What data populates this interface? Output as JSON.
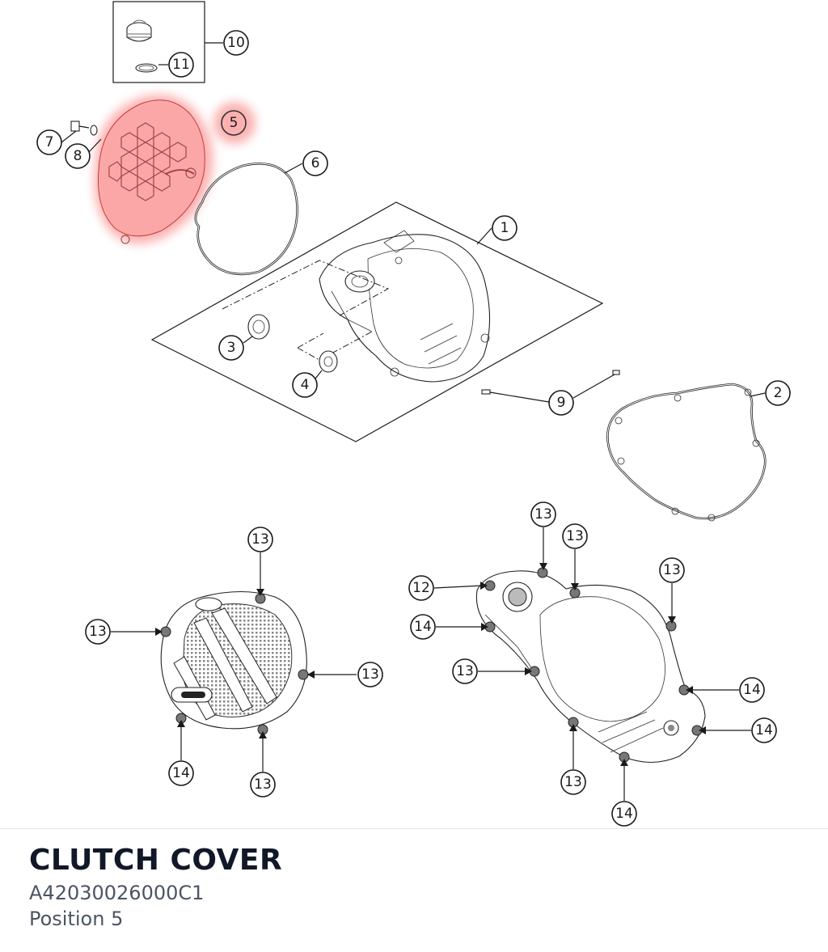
{
  "title": "CLUTCH COVER",
  "part_number": "A42030026000C1",
  "position_label": "Position 5",
  "highlight_color": "#f87171",
  "callouts": {
    "c1": "1",
    "c2": "2",
    "c3": "3",
    "c4": "4",
    "c5": "5",
    "c6": "6",
    "c7": "7",
    "c8": "8",
    "c9": "9",
    "c10": "10",
    "c11": "11",
    "b12": "12",
    "b13a": "13",
    "b13b": "13",
    "b13c": "13",
    "b13d": "13",
    "b13e": "13",
    "b13f": "13",
    "b13g": "13",
    "b13h": "13",
    "b13i": "13",
    "b14a": "14",
    "b14b": "14",
    "b14c": "14",
    "b14d": "14",
    "b14e": "14"
  }
}
